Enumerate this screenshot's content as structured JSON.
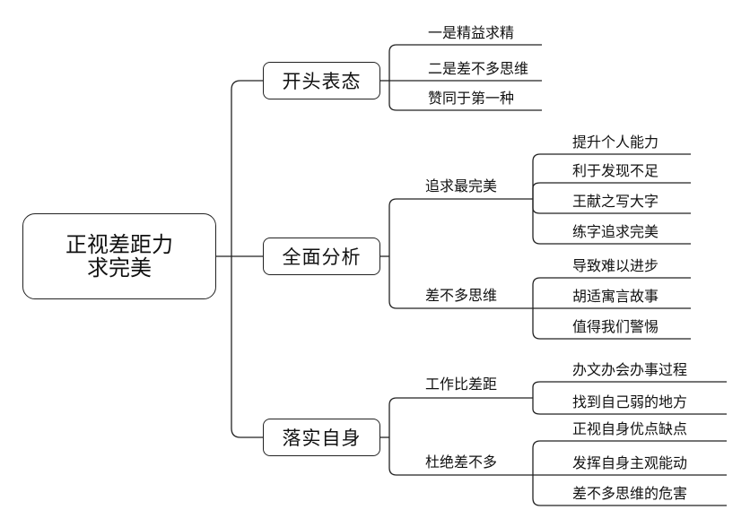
{
  "root": {
    "line1": "正视差距力",
    "line2": "求完美"
  },
  "branches": [
    {
      "label": "开头表态",
      "leaves": [
        "一是精益求精",
        "二是差不多思维",
        "赞同于第一种"
      ]
    },
    {
      "label": "全面分析",
      "groups": [
        {
          "label": "追求最完美",
          "leaves": [
            "提升个人能力",
            "利于发现不足",
            "王献之写大字",
            "练字追求完美"
          ]
        },
        {
          "label": "差不多思维",
          "leaves": [
            "导致难以进步",
            "胡适寓言故事",
            "值得我们警惕"
          ]
        }
      ]
    },
    {
      "label": "落实自身",
      "groups": [
        {
          "label": "工作比差距",
          "leaves": [
            "办文办会办事过程",
            "找到自己弱的地方"
          ]
        },
        {
          "label": "杜绝差不多",
          "leaves": [
            "正视自身优点缺点",
            "发挥自身主观能动",
            "差不多思维的危害"
          ]
        }
      ]
    }
  ]
}
